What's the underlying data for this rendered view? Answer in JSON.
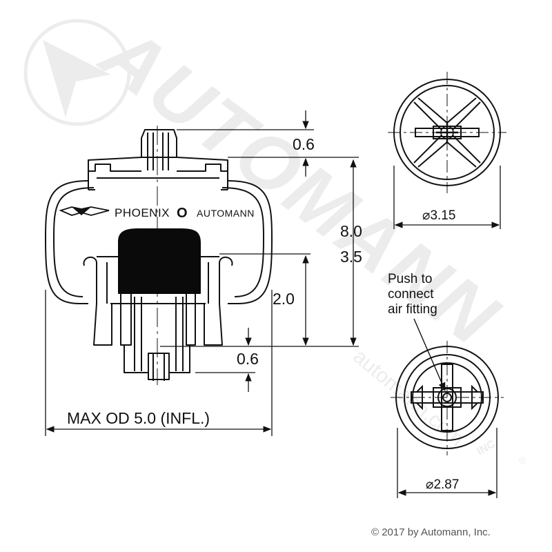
{
  "dimensions": {
    "top_fitting": "0.6",
    "overall_height": "8.0",
    "compressed_height": "3.5",
    "stroke": "2.0",
    "bottom_fitting": "0.6",
    "max_od": "MAX OD 5.0 (INFL.)",
    "top_plate_diameter": "⌀3.15",
    "bottom_plate_diameter": "⌀2.87"
  },
  "branding": {
    "left": "PHOENIX",
    "center": "O",
    "right": "AUTOMANN"
  },
  "annotation": {
    "line1": "Push to",
    "line2": "connect",
    "line3": "air fitting"
  },
  "watermark": {
    "brand": "AUTOMANN",
    "website": "automann.com",
    "suffix": "INC",
    "registered": "®"
  },
  "footer": {
    "copyright": "© 2017 by Automann, Inc."
  },
  "colors": {
    "line": "#111111",
    "watermark": "#c8c8c8",
    "fill_dark": "#0a0a0a"
  }
}
